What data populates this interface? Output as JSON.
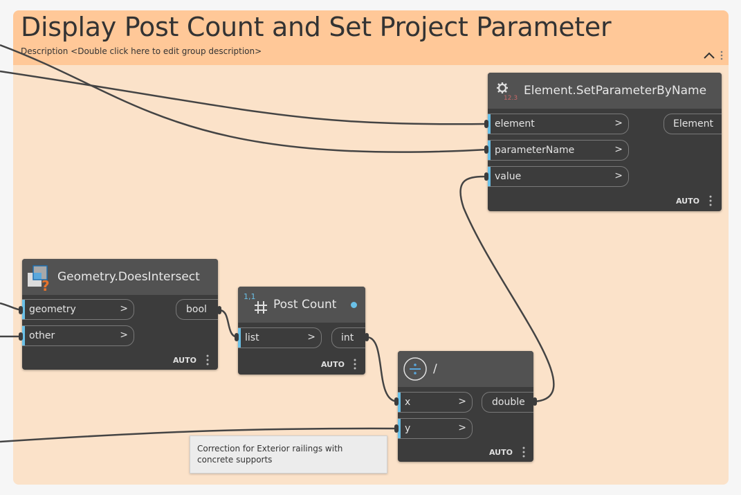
{
  "group": {
    "title": "Display Post Count and Set Project Parameter",
    "description": "Description <Double click here to edit group description>"
  },
  "nodes": {
    "set_param": {
      "title": "Element.SetParameterByName",
      "icon": "gear-param-icon",
      "icon_text": "12.3",
      "inputs": [
        "element",
        "parameterName",
        "value"
      ],
      "output": "Element",
      "lacing": "AUTO"
    },
    "intersect": {
      "title": "Geometry.DoesIntersect",
      "icon": "geometry-intersect-icon",
      "inputs": [
        "geometry",
        "other"
      ],
      "output": "bool",
      "lacing": "AUTO"
    },
    "post_count": {
      "title": "Post Count",
      "icon": "hash-icon",
      "badge": "1,1",
      "inputs": [
        "list"
      ],
      "output": "int",
      "lacing": "AUTO"
    },
    "divide": {
      "title": "/",
      "icon": "divide-icon",
      "inputs": [
        "x",
        "y"
      ],
      "output": "double",
      "lacing": "AUTO"
    }
  },
  "input_chevron": ">",
  "tooltip": "Correction for Exterior railings with concrete supports",
  "colors": {
    "group_body": "#fbe2c9",
    "group_header": "#ffc898",
    "node_body": "#3c3c3c",
    "node_header": "#525252",
    "port_accent": "#6ac0e7",
    "wire": "#444444"
  }
}
